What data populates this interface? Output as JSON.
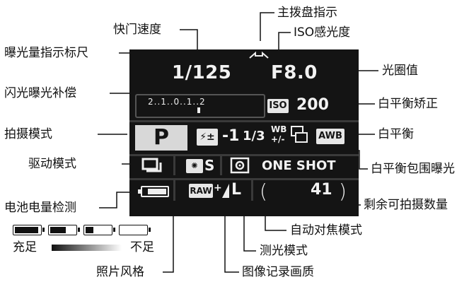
{
  "labels": {
    "shutter_speed": "快门速度",
    "main_dial": "主拨盘指示",
    "iso": "ISO感光度",
    "exposure_scale": "曝光量指示标尺",
    "aperture": "光圈值",
    "flash_comp": "闪光曝光补偿",
    "wb_correction": "白平衡矫正",
    "shooting_mode": "拍摄模式",
    "white_balance": "白平衡",
    "drive_mode": "驱动模式",
    "wb_bracketing": "白平衡包围曝光",
    "battery_check": "电池电量检测",
    "shots_remaining": "剩余可拍摄数量",
    "af_mode": "自动对焦模式",
    "full": "充足",
    "empty": "不足",
    "metering_mode": "测光模式",
    "picture_style": "照片风格",
    "image_quality": "图像记录画质"
  },
  "lcd": {
    "shutter": "1/125",
    "aperture": "F8.0",
    "meter_scale": "2..1..0..1..2",
    "iso_icon": "ISO",
    "iso_value": "200",
    "mode": "P",
    "flash_icon": "flash-exposure-comp-icon",
    "flash_value": "-1",
    "flash_fraction": "1/3",
    "wb_shift_icon": "WB",
    "wb_shift_sub": "+/-",
    "awb": "AWB",
    "drive_icon": "single-shot-drive-icon",
    "picture_style": "S",
    "metering_icon": "evaluative-metering-icon",
    "af_mode": "ONE SHOT",
    "quality_raw": "RAW",
    "quality_plus": "+",
    "quality_large": "L",
    "remaining": "41"
  },
  "battery_levels": [
    1.0,
    0.66,
    0.33,
    0.0
  ]
}
